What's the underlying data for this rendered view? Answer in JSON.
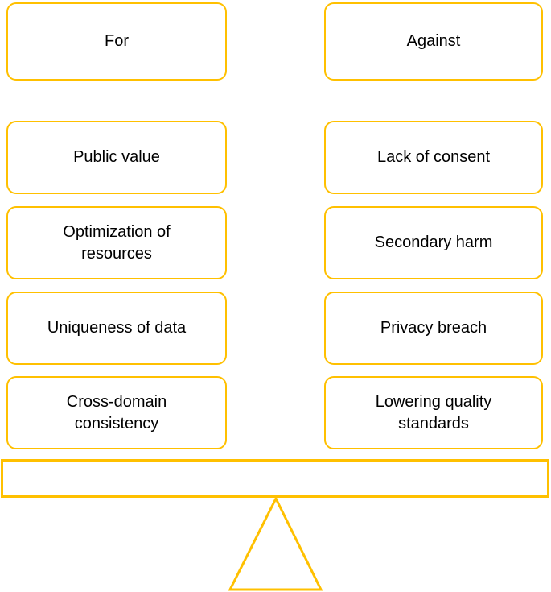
{
  "diagram": {
    "kind": "balance-scale-pros-cons",
    "columns": [
      {
        "header": "For",
        "items": [
          "Public value",
          "Optimization of resources",
          "Uniqueness of data",
          "Cross-domain consistency"
        ]
      },
      {
        "header": "Against",
        "items": [
          "Lack of consent",
          "Secondary harm",
          "Privacy breach",
          "Lowering quality standards"
        ]
      }
    ]
  },
  "colors": {
    "accent": "#FFC000",
    "text": "#000000",
    "background": "#FFFFFF"
  }
}
